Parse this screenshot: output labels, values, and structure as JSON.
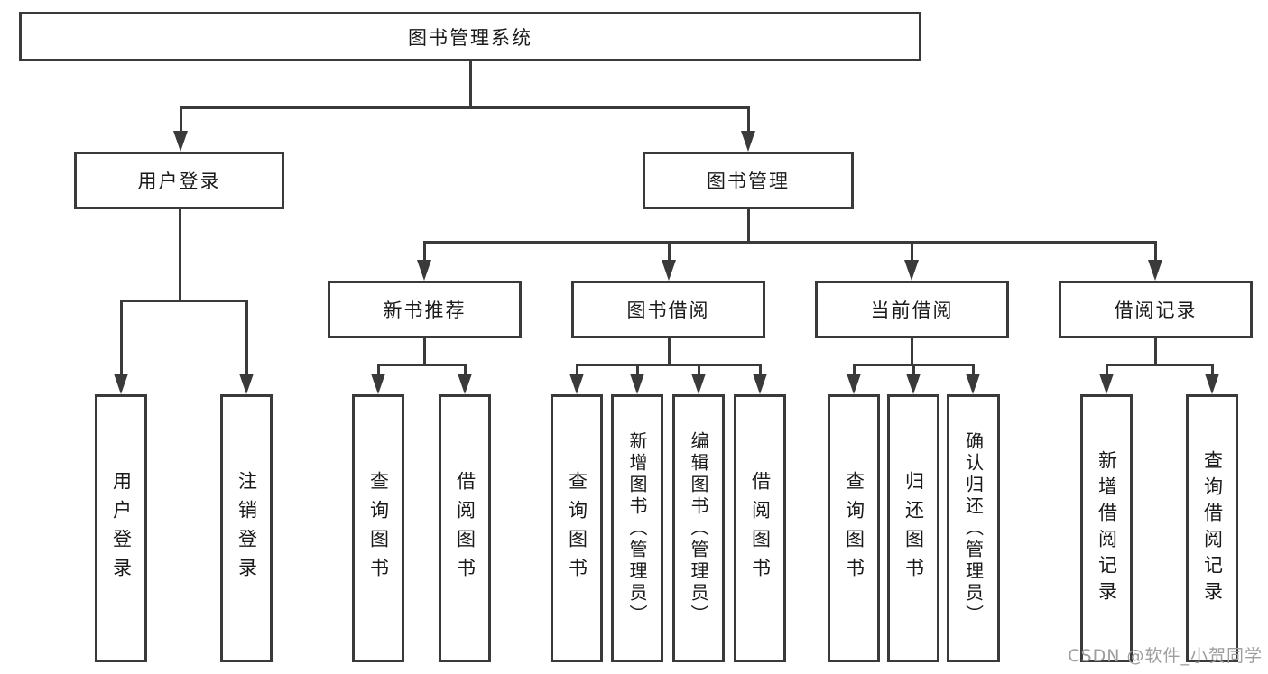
{
  "tree": {
    "root": {
      "label": "图书管理系统"
    },
    "branches": [
      {
        "label": "用户登录",
        "children": [
          {
            "label": "用户登录"
          },
          {
            "label": "注销登录"
          }
        ]
      },
      {
        "label": "图书管理",
        "sections": [
          {
            "label": "新书推荐",
            "children": [
              {
                "label": "查询图书"
              },
              {
                "label": "借阅图书"
              }
            ]
          },
          {
            "label": "图书借阅",
            "children": [
              {
                "label": "查询图书"
              },
              {
                "label": "新增图书（管理员）"
              },
              {
                "label": "编辑图书（管理员）"
              },
              {
                "label": "借阅图书"
              }
            ]
          },
          {
            "label": "当前借阅",
            "children": [
              {
                "label": "查询图书"
              },
              {
                "label": "归还图书"
              },
              {
                "label": "确认归还（管理员）"
              }
            ]
          },
          {
            "label": "借阅记录",
            "children": [
              {
                "label": "新增借阅记录"
              },
              {
                "label": "查询借阅记录"
              }
            ]
          }
        ]
      }
    ]
  },
  "watermark": {
    "label": "CSDN @软件_小贺同学"
  },
  "colors": {
    "line": "#3a3a3a",
    "text": "#1a1a1a",
    "watermark": "#9e9e9e",
    "background": "#ffffff"
  }
}
